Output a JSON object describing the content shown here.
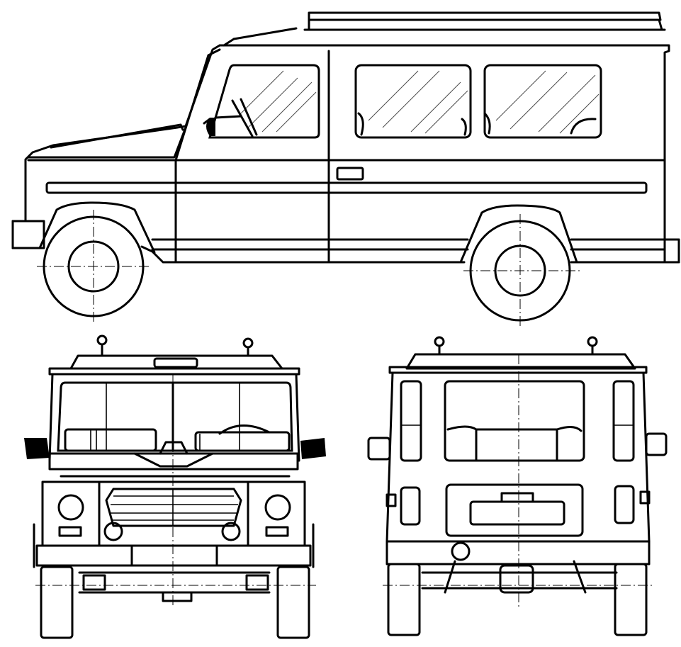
{
  "drawing": {
    "views": [
      "side",
      "front",
      "rear"
    ],
    "colors": {
      "ink": "#000000",
      "paper": "#ffffff"
    }
  }
}
